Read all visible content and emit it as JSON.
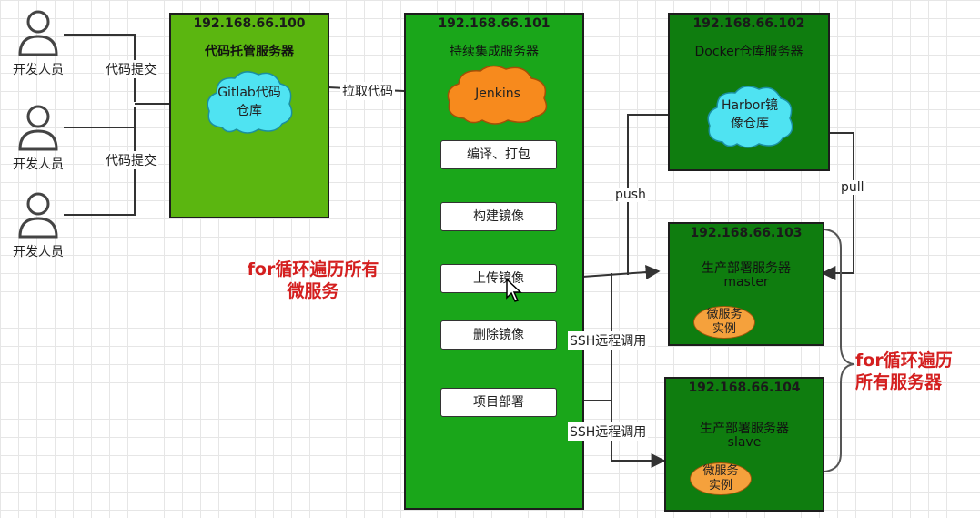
{
  "developers": {
    "label": "开发人员",
    "commit_label": "代码提交"
  },
  "gitlab_server": {
    "ip": "192.168.66.100",
    "name": "代码托管服务器",
    "cloud": [
      "Gitlab代码",
      "仓库"
    ],
    "color": "#5bb610"
  },
  "pull_code_label": "拉取代码",
  "ci_server": {
    "ip": "192.168.66.101",
    "name": "持续集成服务器",
    "jenkins": "Jenkins",
    "steps": [
      "编译、打包",
      "构建镜像",
      "上传镜像",
      "删除镜像",
      "项目部署"
    ],
    "color": "#1aa61a"
  },
  "docker_server": {
    "ip": "192.168.66.102",
    "name": "Docker仓库服务器",
    "cloud": [
      "Harbor镜",
      "像仓库"
    ],
    "color": "#0f7d0f"
  },
  "prod_master": {
    "ip": "192.168.66.103",
    "name": "生产部署服务器",
    "role": "master",
    "instance": [
      "微服务",
      "实例"
    ]
  },
  "prod_slave": {
    "ip": "192.168.66.104",
    "name": "生产部署服务器",
    "role": "slave",
    "instance": [
      "微服务",
      "实例"
    ]
  },
  "edge_labels": {
    "push": "push",
    "pull": "pull",
    "ssh": "SSH远程调用"
  },
  "notes": {
    "loop_services": [
      "for循环遍历所有",
      "微服务"
    ],
    "loop_servers": [
      "for循环遍历",
      "所有服务器"
    ]
  },
  "colors": {
    "cloud_cyan": "#4fe3f2",
    "jenkins_orange": "#f78a1d",
    "note_red": "#d41f1f"
  }
}
